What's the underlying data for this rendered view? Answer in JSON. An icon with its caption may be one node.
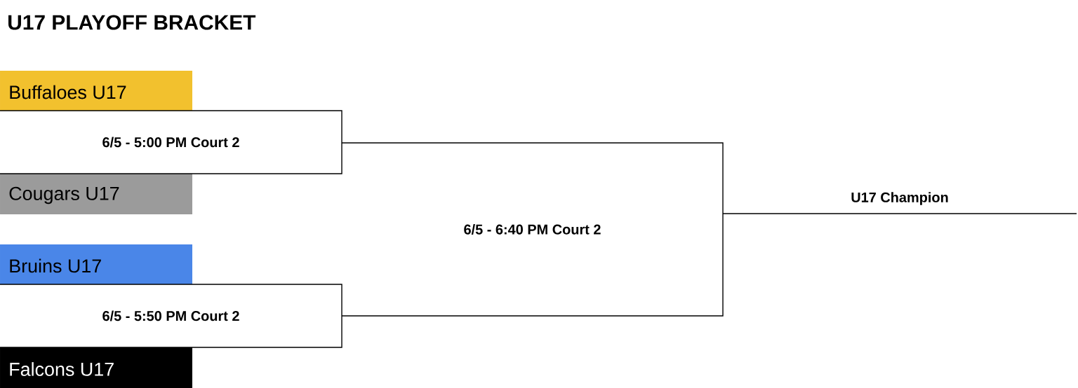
{
  "diagram": {
    "title": "U17 PLAYOFF BRACKET",
    "nodes": [
      {
        "text": [
          "Buffaloes U17"
        ]
      },
      {
        "text": [
          "Cougars U17"
        ]
      },
      {
        "text": [
          "Bruins U17"
        ]
      },
      {
        "text": [
          "Falcons U17"
        ]
      },
      {
        "text": [
          "6/5 - 5:00 PM Court 2"
        ]
      },
      {
        "text": [
          "6/5 - 5:50 PM Court 2"
        ]
      },
      {
        "text": [
          "6/5 - 6:40 PM Court 2"
        ]
      },
      {
        "text": [
          "U17 Champion"
        ]
      }
    ]
  }
}
